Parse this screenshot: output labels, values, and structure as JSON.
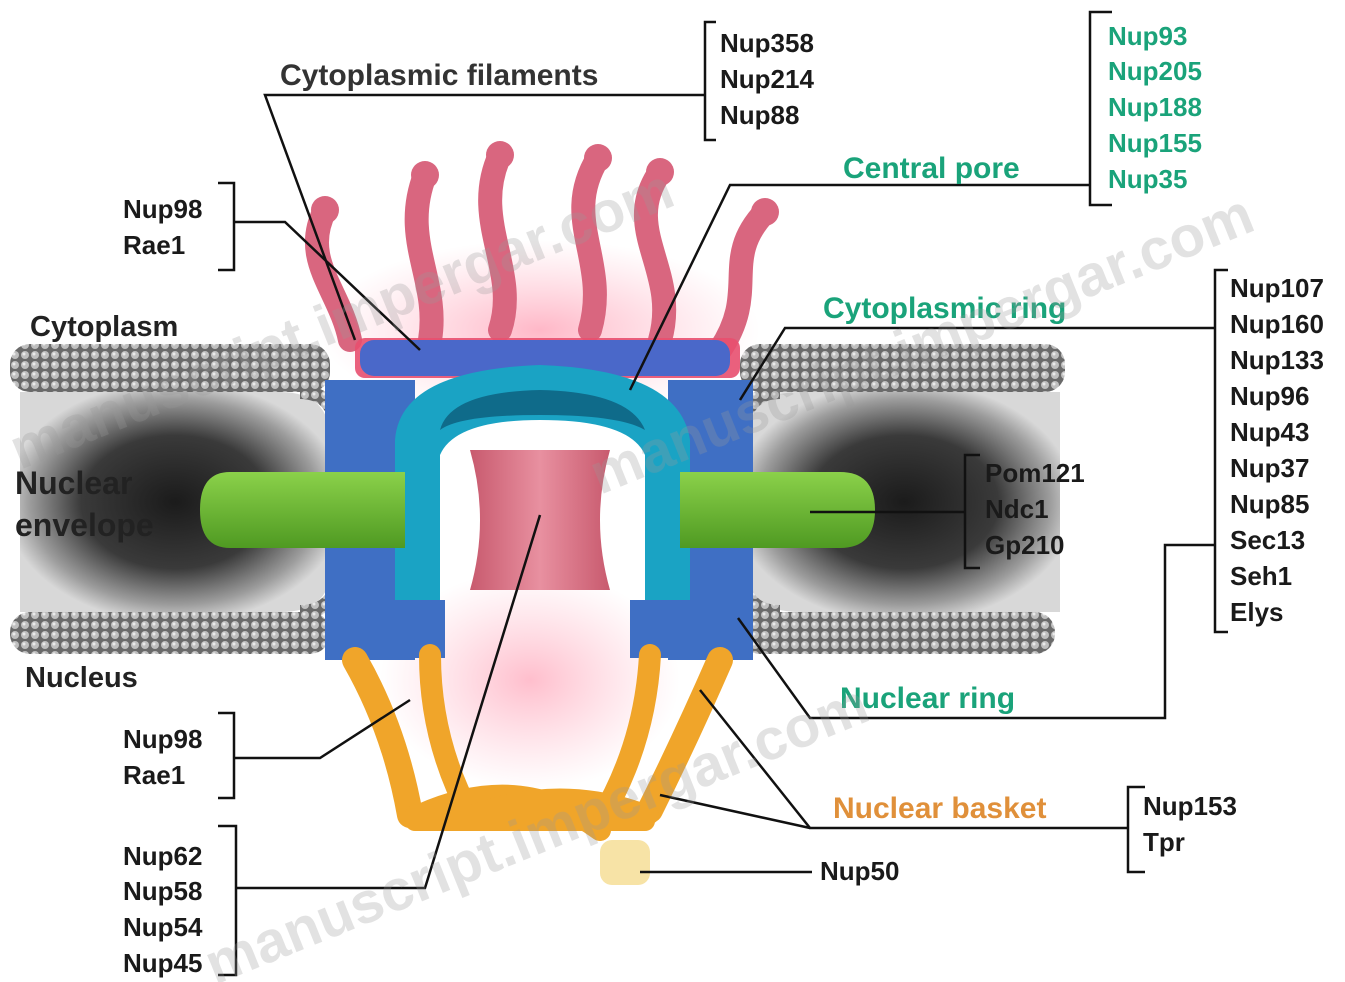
{
  "regions": {
    "cytoplasm": "Cytoplasm",
    "nuclear_envelope_line1": "Nuclear",
    "nuclear_envelope_line2": "envelope",
    "nucleus": "Nucleus"
  },
  "structures": {
    "cytoplasmic_filaments": "Cytoplasmic filaments",
    "central_pore": "Central pore",
    "cytoplasmic_ring": "Cytoplasmic ring",
    "nuclear_ring": "Nuclear ring",
    "nuclear_basket": "Nuclear basket"
  },
  "groups": {
    "filament_nups": [
      "Nup358",
      "Nup214",
      "Nup88"
    ],
    "central_nups": [
      "Nup93",
      "Nup205",
      "Nup188",
      "Nup155",
      "Nup35"
    ],
    "ring_nups": [
      "Nup107",
      "Nup160",
      "Nup133",
      "Nup96",
      "Nup43",
      "Nup37",
      "Nup85",
      "Sec13",
      "Seh1",
      "Elys"
    ],
    "membrane_nups": [
      "Pom121",
      "Ndc1",
      "Gp210"
    ],
    "top_left_nups": [
      "Nup98",
      "Rae1"
    ],
    "bottom_left_nups": [
      "Nup98",
      "Rae1"
    ],
    "fg_nups": [
      "Nup62",
      "Nup58",
      "Nup54",
      "Nup45"
    ],
    "basket_nups": [
      "Nup153",
      "Tpr"
    ],
    "nup50": "Nup50"
  },
  "watermarks": [
    "manuscript.impergar.com",
    "manuscript.impergar.com",
    "manuscript.impergar.com"
  ],
  "colors": {
    "label_black": "#1a1a1a",
    "label_teal": "#1aa37a",
    "label_orange": "#e0903a",
    "filament_pink": "#d9667f",
    "scaffold_blue": "#3f6fc4",
    "inner_teal": "#1aa3c4",
    "membrane_green": "#6cb532",
    "basket_orange": "#f0a52a",
    "central_red": "#d86a7e"
  }
}
